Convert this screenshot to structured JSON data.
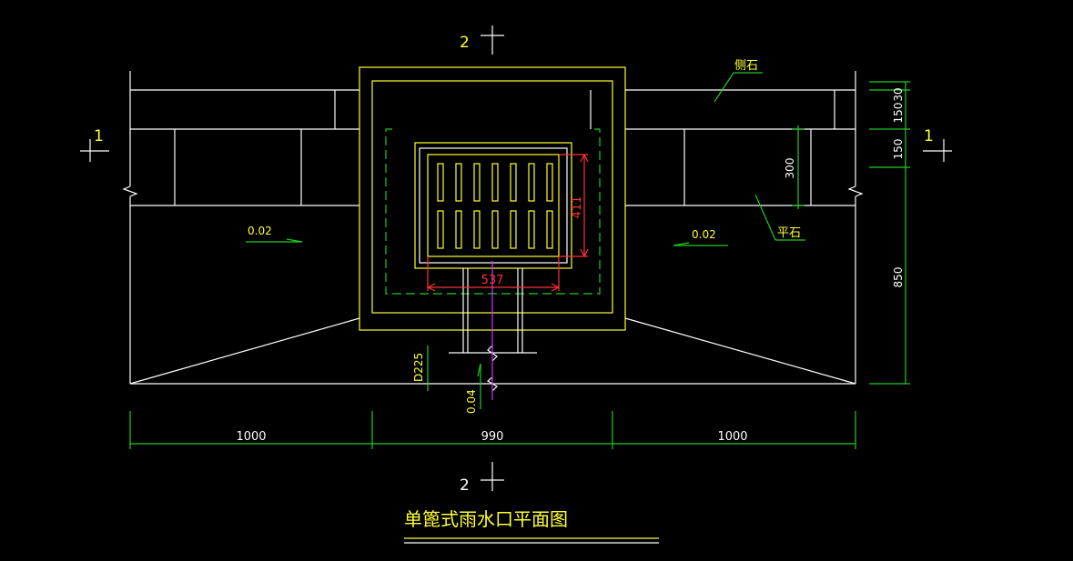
{
  "drawing": {
    "title": "单篦式雨水口平面图",
    "section_marks": {
      "top": "2",
      "bottom": "2",
      "left": "1",
      "right": "1"
    },
    "labels": {
      "curb_stone": "侧石",
      "flat_stone": "平石"
    },
    "slopes": {
      "left": "0.02",
      "right": "0.02",
      "pipe": "0.04"
    },
    "pipe": "D225",
    "dims": {
      "bottom": [
        "1000",
        "990",
        "1000"
      ],
      "right_top": "30",
      "right_150a": "150",
      "right_150b": "150",
      "right_850": "850",
      "inner_300": "300",
      "grate_width": "537",
      "grate_height": "411"
    },
    "colors": {
      "background": "#000000",
      "outline": "#ffffff",
      "pit": "#ffff33",
      "dimension": "#22cc22",
      "grate_dimension": "#ff3333",
      "centerline": "#cc33ff"
    }
  }
}
